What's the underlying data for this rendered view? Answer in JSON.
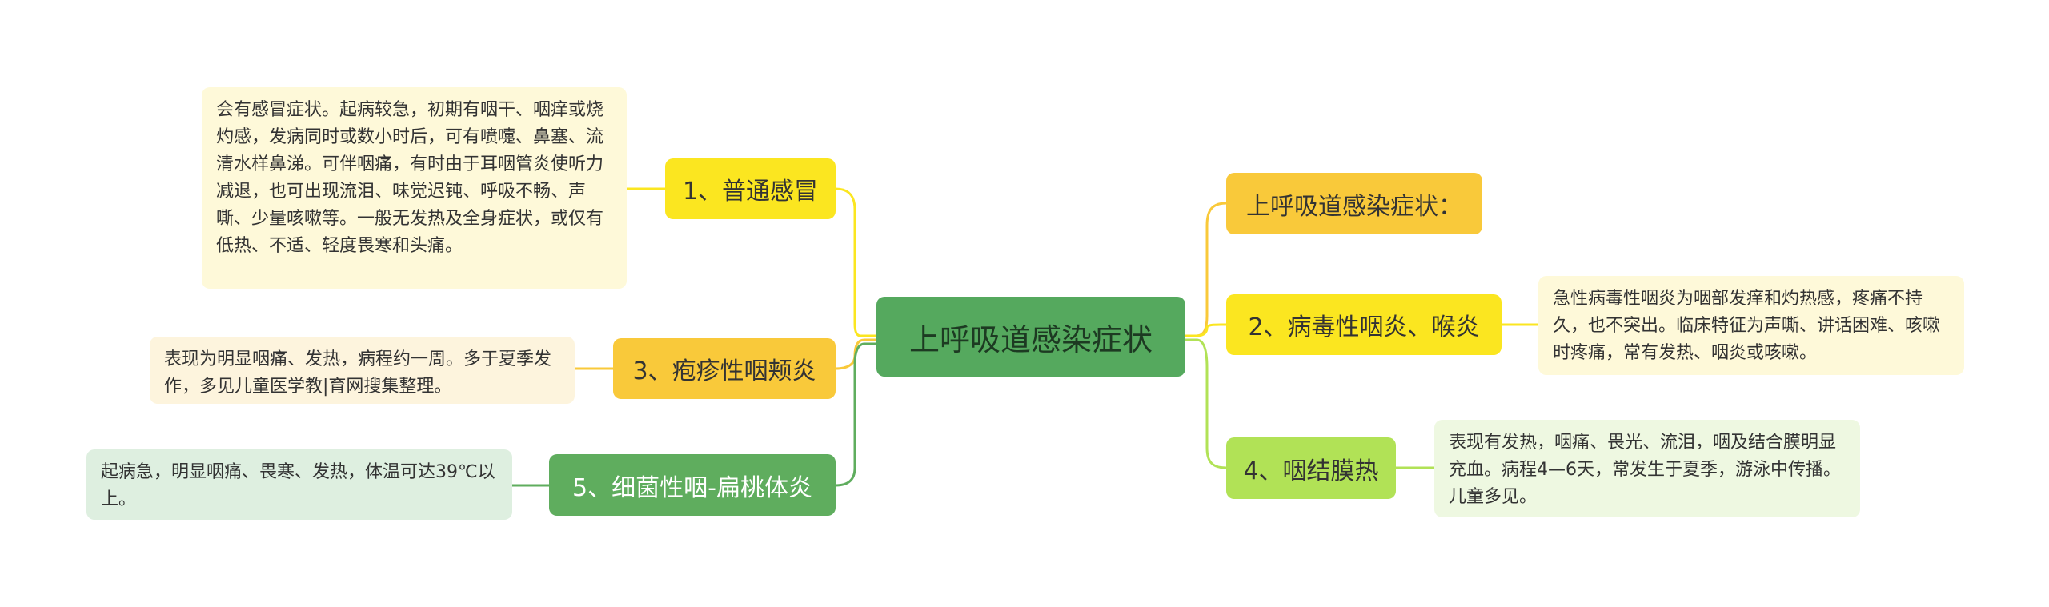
{
  "root": {
    "label": "上呼吸道感染症状"
  },
  "left": [
    {
      "label": "1、普通感冒",
      "note": "会有感冒症状。起病较急，初期有咽干、咽痒或烧灼感，发病同时或数小时后，可有喷嚏、鼻塞、流清水样鼻涕。可伴咽痛，有时由于耳咽管炎使听力减退，也可出现流泪、味觉迟钝、呼吸不畅、声嘶、少量咳嗽等。一般无发热及全身症状，或仅有低热、不适、轻度畏寒和头痛。"
    },
    {
      "label": "3、疱疹性咽颊炎",
      "note": "表现为明显咽痛、发热，病程约一周。多于夏季发作，多见儿童医学教|育网搜集整理。"
    },
    {
      "label": "5、细菌性咽-扁桃体炎",
      "note": "起病急，明显咽痛、畏寒、发热，体温可达39℃以上。"
    }
  ],
  "right": [
    {
      "label": "上呼吸道感染症状："
    },
    {
      "label": "2、病毒性咽炎、喉炎",
      "note": "急性病毒性咽炎为咽部发痒和灼热感，疼痛不持久，也不突出。临床特征为声嘶、讲话困难、咳嗽时疼痛，常有发热、咽炎或咳嗽。"
    },
    {
      "label": "4、咽结膜热",
      "note": "表现有发热，咽痛、畏光、流泪，咽及结合膜明显充血。病程4—6天，常发生于夏季，游泳中传播。儿童多见。"
    }
  ],
  "colors": {
    "root": "#55a95e",
    "yellow": "#fbe620",
    "amber": "#f9c93a",
    "green": "#5fad5e",
    "lime": "#b1e256"
  }
}
